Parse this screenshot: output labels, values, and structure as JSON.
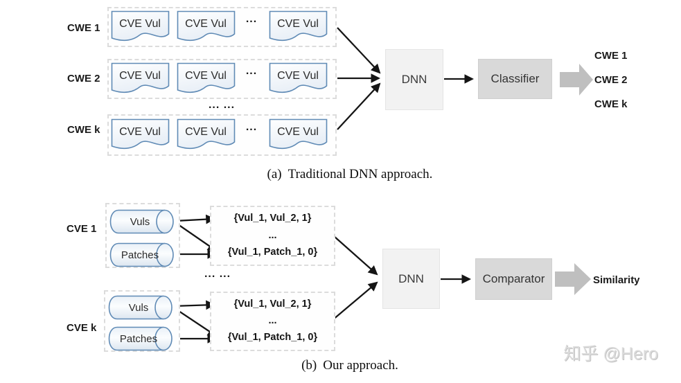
{
  "colors": {
    "shape_border": "#5f8ab5",
    "process_box_fill": "#f2f2f2",
    "gray_box_fill": "#d9d9d9",
    "block_arrow_fill": "#bfbfbf",
    "dashed_border": "#dcdcdc",
    "connector": "#151515",
    "watermark_gray": "#dbdbdb"
  },
  "panel_a": {
    "rows": [
      {
        "label": "CWE 1",
        "docs": [
          "CVE Vul",
          "CVE Vul",
          "CVE Vul"
        ],
        "ellipsis": "..."
      },
      {
        "label": "CWE 2",
        "docs": [
          "CVE Vul",
          "CVE Vul",
          "CVE Vul"
        ],
        "ellipsis": "..."
      },
      {
        "label": "CWE k",
        "docs": [
          "CVE Vul",
          "CVE Vul",
          "CVE Vul"
        ],
        "ellipsis": "..."
      }
    ],
    "rows_ellipsis": "... ...",
    "dnn": "DNN",
    "classifier": "Classifier",
    "outputs": [
      "CWE 1",
      "CWE 2",
      "CWE k"
    ],
    "caption_tag": "(a)",
    "caption_text": "Traditional DNN approach."
  },
  "panel_b": {
    "groups": [
      {
        "label": "CVE 1",
        "cylinders": [
          "Vuls",
          "Patches"
        ],
        "tuples": [
          "{Vul_1, Vul_2, 1}",
          "...",
          "{Vul_1, Patch_1, 0}"
        ]
      },
      {
        "label": "CVE k",
        "cylinders": [
          "Vuls",
          "Patches"
        ],
        "tuples": [
          "{Vul_1, Vul_2, 1}",
          "...",
          "{Vul_1, Patch_1, 0}"
        ]
      }
    ],
    "groups_ellipsis": "... ...",
    "dnn": "DNN",
    "comparator": "Comparator",
    "output": "Similarity",
    "caption_tag": "(b)",
    "caption_text": "Our approach."
  },
  "watermark": "知乎 @Hero"
}
